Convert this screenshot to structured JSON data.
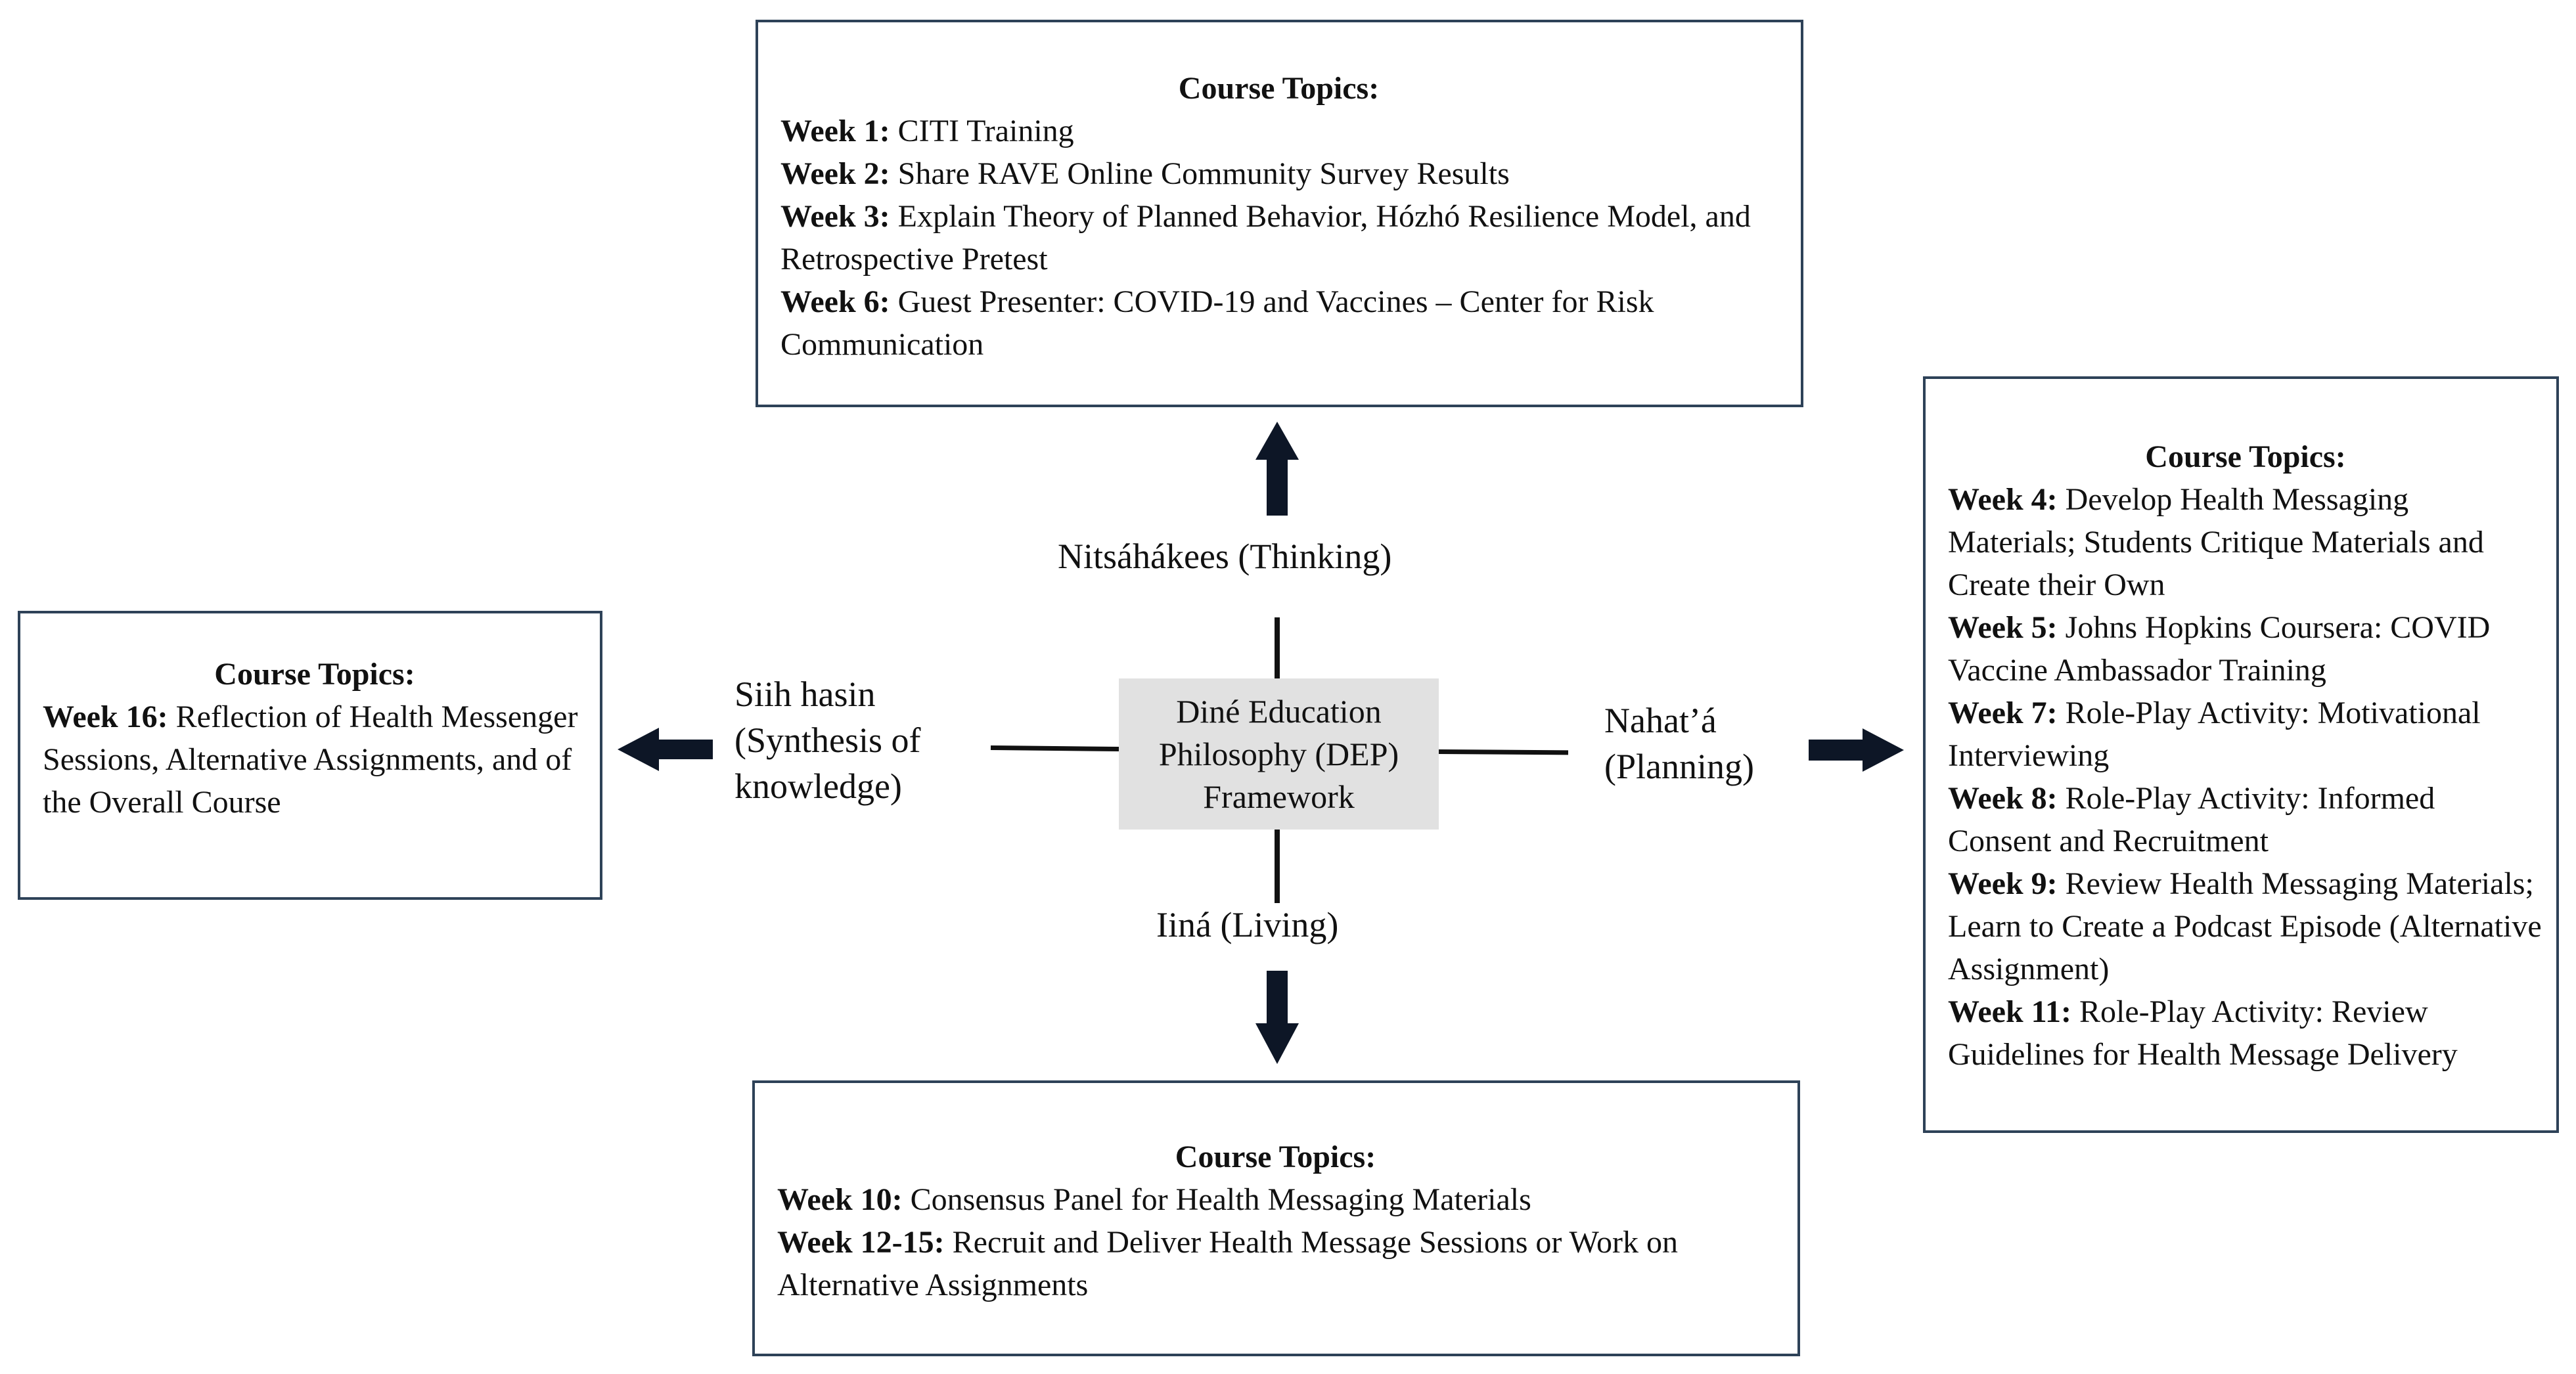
{
  "center": {
    "label": "Diné Education Philosophy (DEP) Framework"
  },
  "directions": {
    "top": "Nitsáhákees (Thinking)",
    "right_line1": "Nahat’á",
    "right_line2": "(Planning)",
    "bottom": "Iiná (Living)",
    "left_line1": "Siih hasin",
    "left_line2": "(Synthesis of",
    "left_line3": "knowledge)"
  },
  "boxes": {
    "top": {
      "heading": "Course Topics:",
      "items": [
        {
          "week": "Week 1:",
          "text": "CITI Training"
        },
        {
          "week": "Week 2:",
          "text": "Share RAVE Online Community Survey Results"
        },
        {
          "week": "Week 3:",
          "text": "Explain Theory of Planned Behavior, Hózhó Resilience Model, and Retrospective Pretest"
        },
        {
          "week": "Week 6:",
          "text": "Guest Presenter: COVID-19 and Vaccines – Center for Risk Communication"
        }
      ]
    },
    "right": {
      "heading": "Course Topics:",
      "items": [
        {
          "week": "Week 4:",
          "text": "Develop Health Messaging Materials; Students Critique Materials and Create their Own"
        },
        {
          "week": "Week 5:",
          "text": "Johns Hopkins Coursera: COVID Vaccine Ambassador Training"
        },
        {
          "week": "Week 7:",
          "text": "Role-Play Activity: Motivational Interviewing"
        },
        {
          "week": "Week 8:",
          "text": "Role-Play Activity: Informed Consent and Recruitment"
        },
        {
          "week": "Week 9:",
          "text": "Review Health Messaging Materials; Learn to Create a Podcast Episode (Alternative Assignment)"
        },
        {
          "week": "Week 11:",
          "text": "Role-Play Activity: Review Guidelines for Health Message Delivery"
        }
      ]
    },
    "left": {
      "heading": "Course Topics:",
      "items": [
        {
          "week": "Week 16:",
          "text": "Reflection of Health Messenger Sessions, Alternative Assignments, and of the Overall Course"
        }
      ]
    },
    "bottom": {
      "heading": "Course Topics:",
      "items": [
        {
          "week": "Week 10:",
          "text": "Consensus Panel for Health Messaging Materials"
        },
        {
          "week": "Week 12-15:",
          "text": "Recruit and Deliver Health Message Sessions or Work on Alternative Assignments"
        }
      ]
    }
  }
}
